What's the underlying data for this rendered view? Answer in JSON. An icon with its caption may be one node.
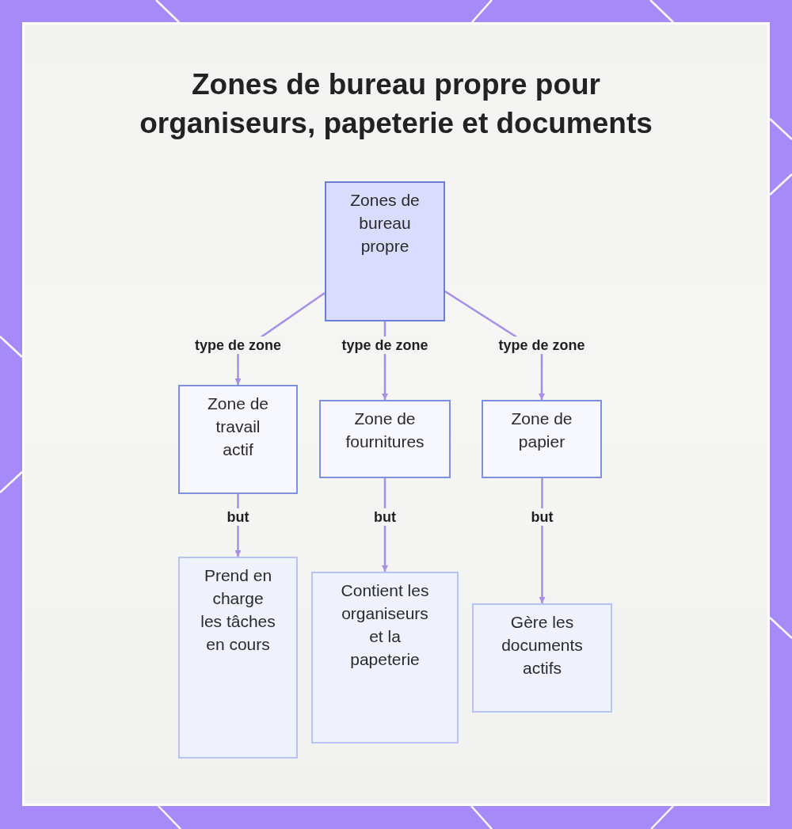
{
  "diagram": {
    "title": "Zones de bureau propre pour organiseurs, papeterie et documents",
    "nodes": [
      {
        "text": [
          "Zones de bureau propre"
        ]
      },
      {
        "text": [
          "Zone de travail actif"
        ]
      },
      {
        "text": [
          "Zone de fournitures"
        ]
      },
      {
        "text": [
          "Zone de papier"
        ]
      },
      {
        "text": [
          "Prend en charge les tâches en cours"
        ]
      },
      {
        "text": [
          "Contient les organiseurs et la papeterie"
        ]
      },
      {
        "text": [
          "Gère les documents actifs"
        ]
      }
    ],
    "edges": [
      {
        "from": 0,
        "to": 1,
        "arrow": "to",
        "label": "type de zone"
      },
      {
        "from": 0,
        "to": 2,
        "arrow": "to",
        "label": "type de zone"
      },
      {
        "from": 0,
        "to": 3,
        "arrow": "to",
        "label": "type de zone"
      },
      {
        "from": 1,
        "to": 4,
        "arrow": "to",
        "label": "but"
      },
      {
        "from": 2,
        "to": 5,
        "arrow": "to",
        "label": "but"
      },
      {
        "from": 3,
        "to": 6,
        "arrow": "to",
        "label": "but"
      }
    ]
  }
}
